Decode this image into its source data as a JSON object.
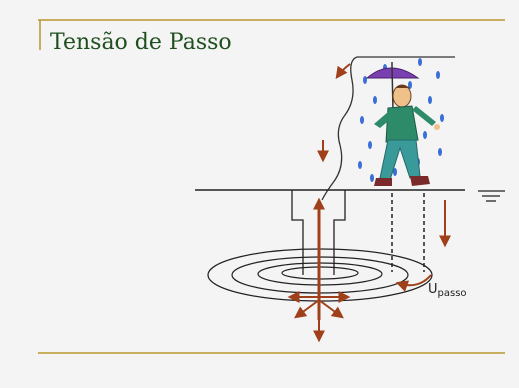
{
  "slide": {
    "title": "Tensão de Passo",
    "label_main": "U",
    "label_sub": "passo"
  },
  "colors": {
    "accent_line": "#b8962e",
    "title_text": "#1f4e1f",
    "arrow": "#a0401a",
    "rain": "#3a6fd8",
    "umbrella": "#7a3fb0",
    "person_shirt": "#2e8b6a",
    "person_pants": "#3a9a9a"
  },
  "icons": [
    "umbrella-icon",
    "rain-drops-icon",
    "person-icon",
    "ground-symbol-icon",
    "grounding-rod-icon"
  ]
}
